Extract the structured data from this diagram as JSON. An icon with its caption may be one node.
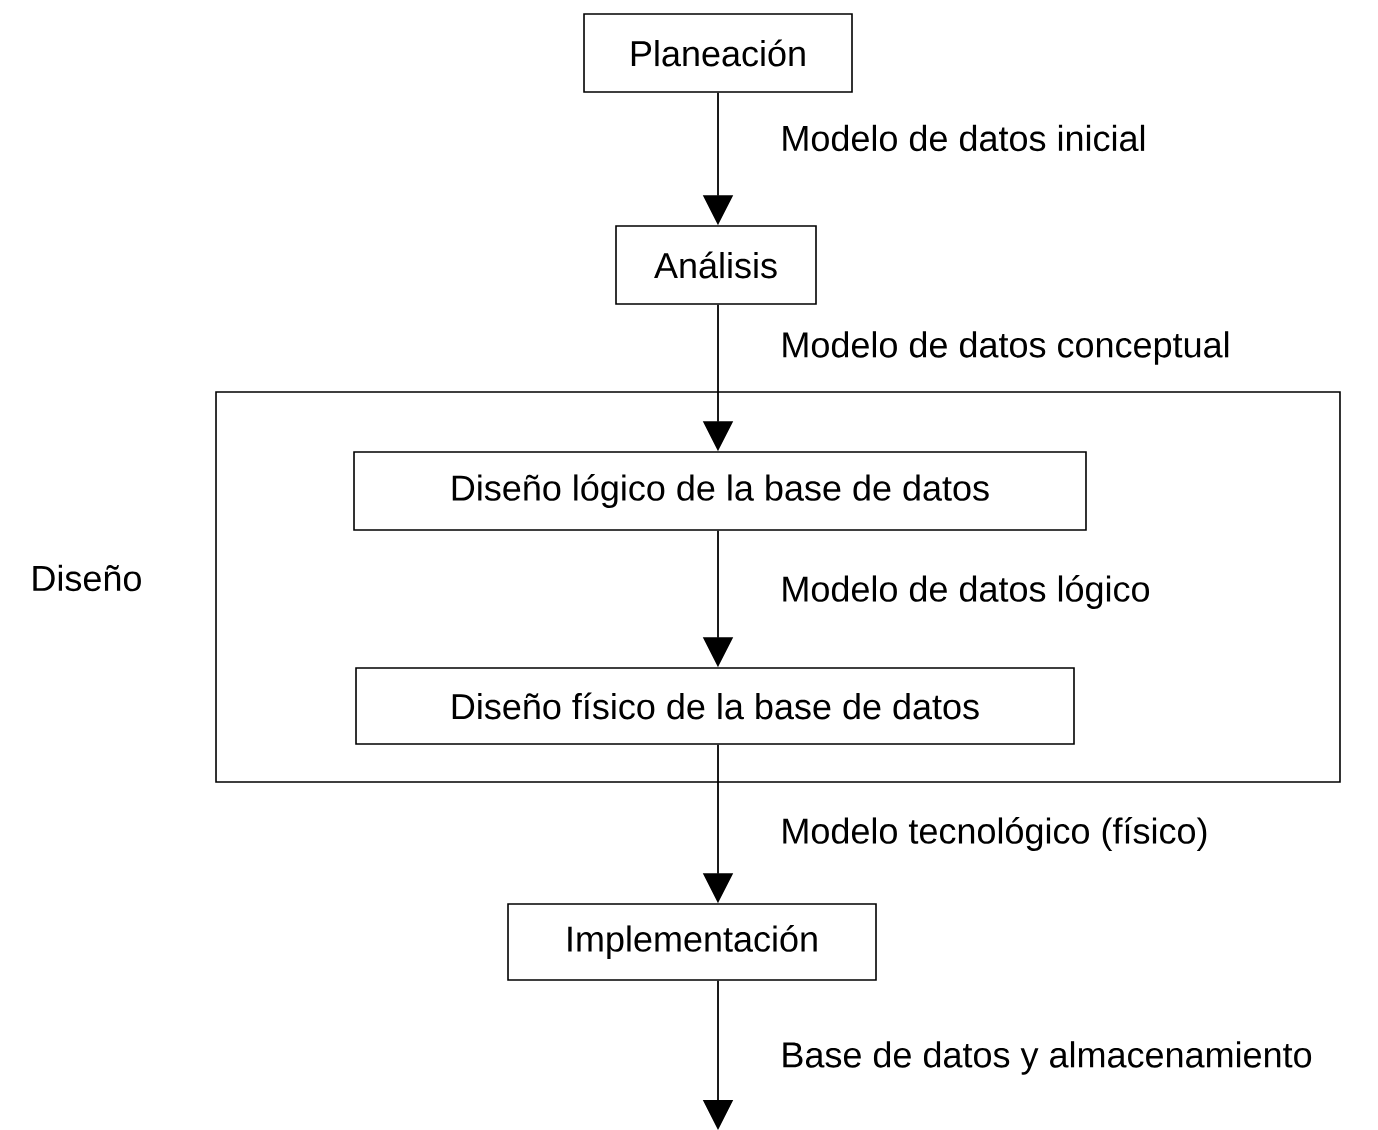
{
  "diagram": {
    "nodes": [
      {
        "text": [
          "Planeación"
        ]
      },
      {
        "text": [
          "Análisis"
        ]
      },
      {
        "text": [
          "Diseño"
        ]
      },
      {
        "text": [
          "Diseño lógico de la base de datos"
        ],
        "in": 2
      },
      {
        "text": [
          "Diseño físico de la base de datos"
        ],
        "in": 2
      },
      {
        "text": [
          "Implementación"
        ]
      }
    ],
    "edges": [
      {
        "from": 0,
        "to": 1,
        "arrow": "to",
        "label": "Modelo de datos inicial"
      },
      {
        "from": 1,
        "to": 3,
        "arrow": "to",
        "label": "Modelo de datos conceptual"
      },
      {
        "from": 3,
        "to": 4,
        "arrow": "to",
        "label": "Modelo de datos lógico"
      },
      {
        "from": 4,
        "to": 5,
        "arrow": "to",
        "label": "Modelo tecnológico (físico)"
      },
      {
        "from": 5,
        "to": null,
        "arrow": "to",
        "label": "Base de datos y almacenamiento"
      }
    ]
  }
}
